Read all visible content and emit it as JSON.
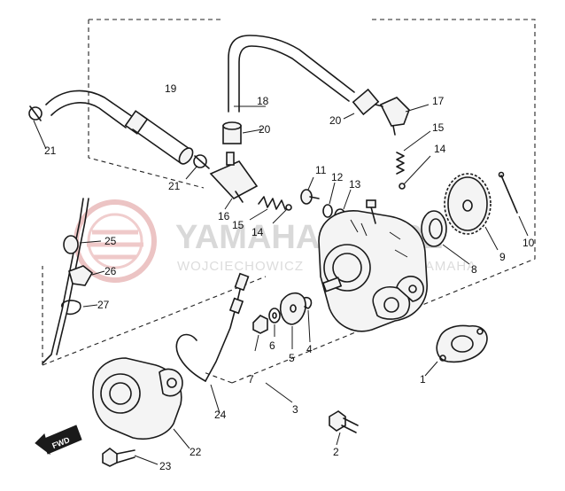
{
  "watermark": {
    "title": "YAMAHA-ALT.PL",
    "subtitle": "WOJCIECHOWICZ",
    "subtitle_right": "YAMAHA",
    "accent_color": "#e8b8b8"
  },
  "fwd_badge": "FWD",
  "callouts": [
    {
      "id": "c1",
      "text": "1"
    },
    {
      "id": "c2",
      "text": "2"
    },
    {
      "id": "c3",
      "text": "3"
    },
    {
      "id": "c4",
      "text": "4"
    },
    {
      "id": "c5",
      "text": "5"
    },
    {
      "id": "c6",
      "text": "6"
    },
    {
      "id": "c7",
      "text": "7"
    },
    {
      "id": "c8",
      "text": "8"
    },
    {
      "id": "c9",
      "text": "9"
    },
    {
      "id": "c10",
      "text": "10"
    },
    {
      "id": "c11",
      "text": "11"
    },
    {
      "id": "c12",
      "text": "12"
    },
    {
      "id": "c13",
      "text": "13"
    },
    {
      "id": "c14a",
      "text": "14"
    },
    {
      "id": "c14b",
      "text": "14"
    },
    {
      "id": "c15a",
      "text": "15"
    },
    {
      "id": "c15b",
      "text": "15"
    },
    {
      "id": "c16",
      "text": "16"
    },
    {
      "id": "c17",
      "text": "17"
    },
    {
      "id": "c18",
      "text": "18"
    },
    {
      "id": "c19",
      "text": "19"
    },
    {
      "id": "c20a",
      "text": "20"
    },
    {
      "id": "c20b",
      "text": "20"
    },
    {
      "id": "c21a",
      "text": "21"
    },
    {
      "id": "c21b",
      "text": "21"
    },
    {
      "id": "c22",
      "text": "22"
    },
    {
      "id": "c23",
      "text": "23"
    },
    {
      "id": "c24",
      "text": "24"
    },
    {
      "id": "c25",
      "text": "25"
    },
    {
      "id": "c26",
      "text": "26"
    },
    {
      "id": "c27",
      "text": "27"
    }
  ]
}
